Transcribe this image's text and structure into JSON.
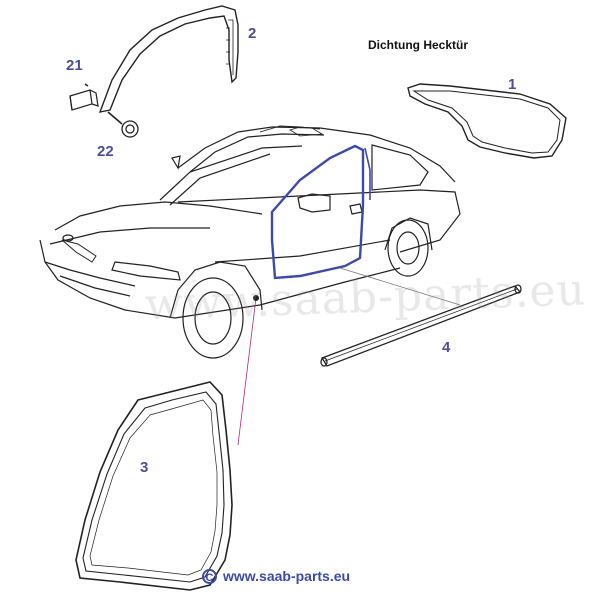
{
  "diagram": {
    "title": "Dichtung Hecktür",
    "watermark": "www.saab-parts.eu",
    "copyright_symbol": "C",
    "copyright_text": "www.saab-parts.eu",
    "colors": {
      "callout": "#4a4f9c",
      "highlight": "#3d4aa8",
      "line": "#222222",
      "leader": "#b02a7a"
    },
    "callouts": [
      {
        "id": "1",
        "label": "1"
      },
      {
        "id": "2",
        "label": "2"
      },
      {
        "id": "3",
        "label": "3"
      },
      {
        "id": "4",
        "label": "4"
      },
      {
        "id": "21",
        "label": "21"
      },
      {
        "id": "22",
        "label": "22"
      }
    ]
  }
}
